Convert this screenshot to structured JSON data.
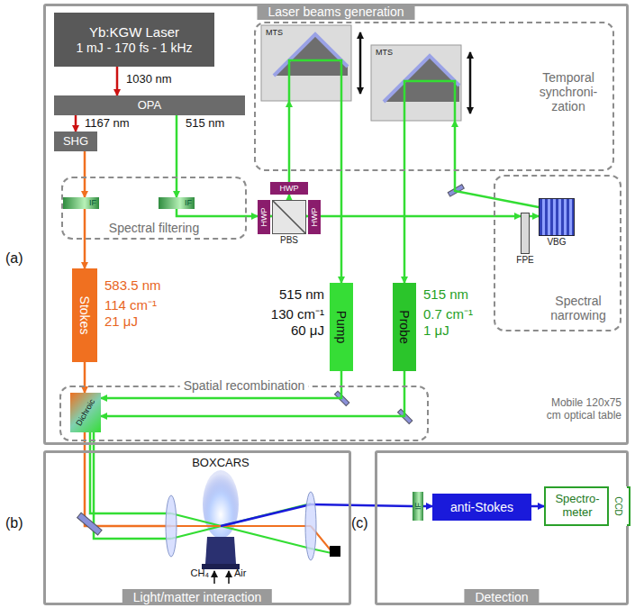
{
  "diagram": {
    "nodes": [
      {
        "text": [
          "Laser beams generation"
        ]
      },
      {
        "text": [
          "Yb:KGW Laser",
          "1 mJ - 170 fs - 1 kHz"
        ],
        "in": 0
      },
      {
        "text": [
          "OPA"
        ],
        "in": 0
      },
      {
        "text": [
          "SHG"
        ],
        "in": 0
      },
      {
        "text": [
          "Temporal synchroni- zation"
        ],
        "in": 0
      },
      {
        "text": [
          "MTS"
        ],
        "in": 4
      },
      {
        "text": [
          "MTS"
        ],
        "in": 4
      },
      {
        "text": [
          "Spectral filtering"
        ],
        "in": 0
      },
      {
        "text": [
          "IF"
        ],
        "in": 7
      },
      {
        "text": [
          "IF"
        ],
        "in": 7
      },
      {
        "text": [
          "HWP"
        ],
        "in": 0
      },
      {
        "text": [
          "HWP"
        ],
        "in": 0
      },
      {
        "text": [
          "PBS"
        ],
        "in": 0
      },
      {
        "text": [
          "HWP"
        ],
        "in": 0
      },
      {
        "text": [
          "Spectral narrowing"
        ],
        "in": 0
      },
      {
        "text": [
          "FPE"
        ],
        "in": 14
      },
      {
        "text": [
          "VBG"
        ],
        "in": 14
      },
      {
        "text": [
          "Stokes"
        ],
        "in": 0
      },
      {
        "text": [
          "Pump"
        ],
        "in": 0
      },
      {
        "text": [
          "Probe"
        ],
        "in": 0
      },
      {
        "text": [
          "Spatial recombination"
        ],
        "in": 0
      },
      {
        "text": [
          "Dichroic"
        ],
        "in": 20
      },
      {
        "text": [
          "Light/matter interaction"
        ]
      },
      {
        "text": [
          "Detection"
        ]
      },
      {
        "text": [
          "IF"
        ],
        "in": 23
      },
      {
        "text": [
          "anti-Stokes"
        ],
        "in": 23
      },
      {
        "text": [
          "Spectro- meter"
        ],
        "in": 23
      },
      {
        "text": [
          "CCD"
        ],
        "in": 26
      }
    ],
    "edges": [
      {
        "from": 1,
        "to": 2,
        "arrow": "to",
        "label": "1030 nm"
      },
      {
        "from": 2,
        "to": 3,
        "arrow": "to",
        "label": "1167 nm"
      },
      {
        "from": 2,
        "to": 9,
        "arrow": "to",
        "label": "515 nm"
      },
      {
        "from": 3,
        "to": 8,
        "arrow": "to"
      },
      {
        "from": 8,
        "to": 17,
        "arrow": "to"
      },
      {
        "from": 9,
        "to": 11,
        "arrow": "to"
      },
      {
        "from": 11,
        "to": 12,
        "arrow": "to"
      },
      {
        "from": 12,
        "to": 10,
        "arrow": "to"
      },
      {
        "from": 10,
        "to": 5,
        "arrow": "to"
      },
      {
        "from": 5,
        "to": 18,
        "arrow": "to"
      },
      {
        "from": 12,
        "to": 13,
        "arrow": "to"
      },
      {
        "from": 13,
        "to": 15,
        "arrow": "to"
      },
      {
        "from": 15,
        "to": 16,
        "arrow": "to"
      },
      {
        "from": 16,
        "to": 6,
        "arrow": "to"
      },
      {
        "from": 6,
        "to": 19,
        "arrow": "to"
      },
      {
        "from": 17,
        "to": 21,
        "arrow": "to"
      },
      {
        "from": 18,
        "to": 21,
        "arrow": "to"
      },
      {
        "from": 19,
        "to": 21,
        "arrow": "to"
      },
      {
        "from": 24,
        "to": 25,
        "arrow": "to"
      },
      {
        "from": 25,
        "to": 26,
        "arrow": "to"
      }
    ],
    "labels": [
      "(a)",
      "(b)",
      "(c)",
      "583.5 nm",
      "114 cm⁻¹",
      "21 μJ",
      "515 nm",
      "130 cm⁻¹",
      "60 μJ",
      "515 nm",
      "0.7 cm⁻¹",
      "1 μJ",
      "Mobile 120x75 cm optical table",
      "BOXCARS",
      "CH₄",
      "Air"
    ]
  }
}
